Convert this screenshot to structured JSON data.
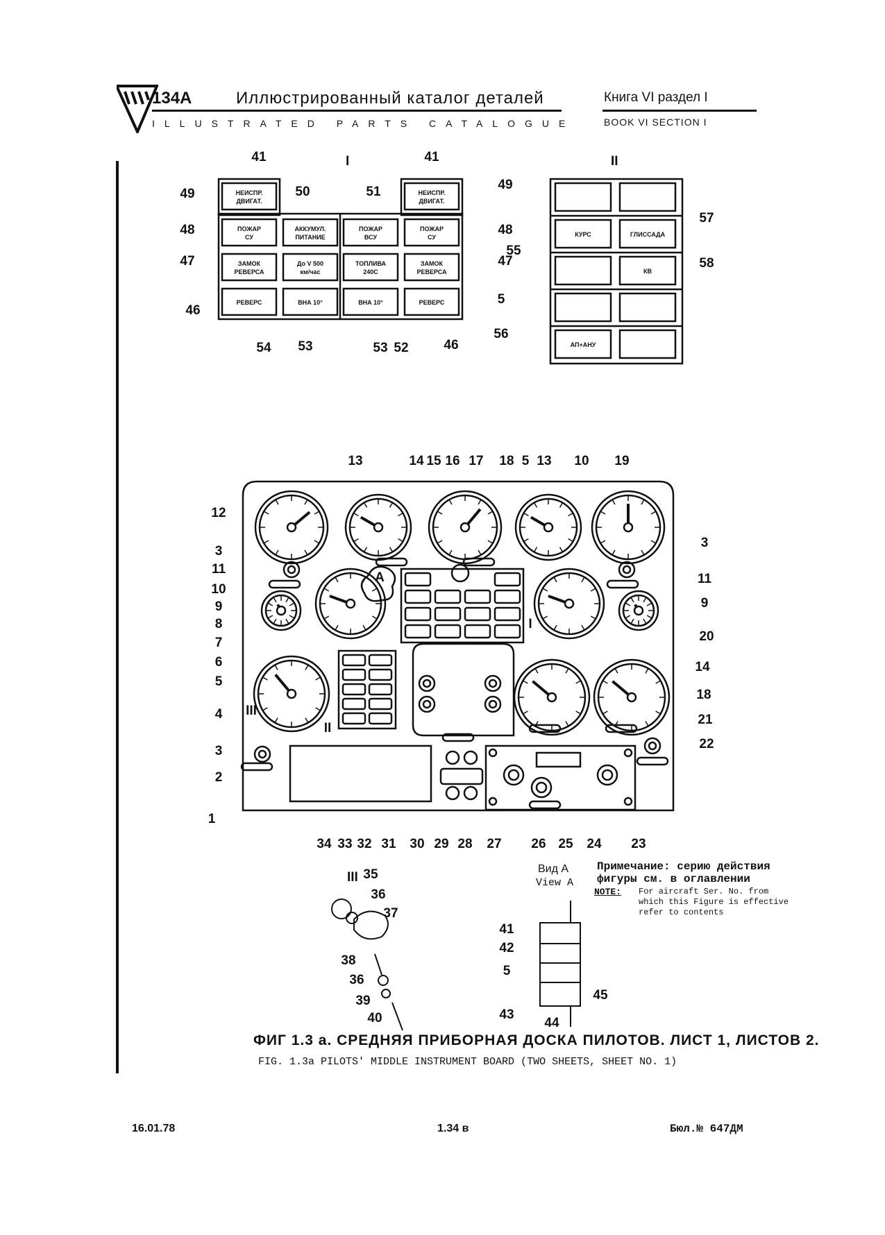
{
  "header": {
    "model": "134А",
    "title_ru": "Иллюстрированный каталог деталей",
    "title_en": "ILLUSTRATED PARTS CATALOGUE",
    "book_ru": "Книга VI раздел I",
    "book_en": "BOOK VI SECTION I"
  },
  "panel_I": {
    "roman": "I",
    "cells": [
      {
        "text1": "",
        "text2": ""
      },
      {
        "text1": "НЕИСПР.",
        "text2": "ДВИГАТ."
      },
      {
        "text1": "НЕИСПР.",
        "text2": "ДВИГАТ."
      },
      {
        "text1": "ПОЖАР",
        "text2": "СУ"
      },
      {
        "text1": "АККУМУЛ.",
        "text2": "ПИТАНИЕ"
      },
      {
        "text1": "ПОЖАР",
        "text2": "ВСУ"
      },
      {
        "text1": "ПОЖАР",
        "text2": "СУ"
      },
      {
        "text1": "ЗАМОК",
        "text2": "РЕВЕРСА"
      },
      {
        "text1": "До V 500",
        "text2": "км/час"
      },
      {
        "text1": "ТОПЛИВА",
        "text2": "240С"
      },
      {
        "text1": "ЗАМОК",
        "text2": "РЕВЕРСА"
      },
      {
        "text1": "РЕВЕРС",
        "text2": ""
      },
      {
        "text1": "ВНА 10°",
        "text2": ""
      },
      {
        "text1": "ВНА 10°",
        "text2": ""
      },
      {
        "text1": "РЕВЕРС",
        "text2": ""
      }
    ]
  },
  "panel_II": {
    "roman": "II",
    "cells": [
      "",
      "",
      "КУРС",
      "ГЛИССАДА",
      "",
      "КВ",
      "",
      "",
      "АП+АНУ",
      ""
    ]
  },
  "callouts_top": [
    "41",
    "41",
    "49",
    "49",
    "50",
    "51",
    "48",
    "48",
    "47",
    "47",
    "46",
    "46",
    "54",
    "53",
    "53",
    "52",
    "57",
    "55",
    "58",
    "5",
    "56"
  ],
  "callouts_board": [
    "13",
    "14",
    "15",
    "16",
    "17",
    "18",
    "5",
    "13",
    "10",
    "19",
    "12",
    "3",
    "3",
    "11",
    "11",
    "10",
    "9",
    "9",
    "8",
    "7",
    "6",
    "5",
    "4",
    "3",
    "2",
    "1",
    "20",
    "14",
    "18",
    "21",
    "22",
    "34",
    "33",
    "32",
    "31",
    "30",
    "29",
    "28",
    "27",
    "26",
    "25",
    "24",
    "23"
  ],
  "board_romans": [
    "A",
    "I",
    "III",
    "II"
  ],
  "detail_III": {
    "roman": "III",
    "callouts": [
      "35",
      "36",
      "37",
      "38",
      "36",
      "39",
      "40"
    ]
  },
  "view_A": {
    "title_ru": "Вид А",
    "title_en": "View A",
    "callouts": [
      "41",
      "42",
      "5",
      "43",
      "44",
      "45"
    ]
  },
  "note": {
    "ru_1": "Примечание: серию действия",
    "ru_2": "фигуры см. в оглавлении",
    "en_label": "NOTE:",
    "en": "For aircraft Ser. No. from which this Figure is effective refer to contents"
  },
  "caption": {
    "ru": "ФИГ 1.3 а. СРЕДНЯЯ ПРИБОРНАЯ ДОСКА ПИЛОТОВ. ЛИСТ 1, ЛИСТОВ 2.",
    "en": "FIG. 1.3a PILOTS' MIDDLE INSTRUMENT BOARD (TWO SHEETS, SHEET NO. 1)"
  },
  "footer": {
    "date": "16.01.78",
    "page": "1.34 в",
    "bulletin": "Бюл.№ 647ДМ"
  }
}
